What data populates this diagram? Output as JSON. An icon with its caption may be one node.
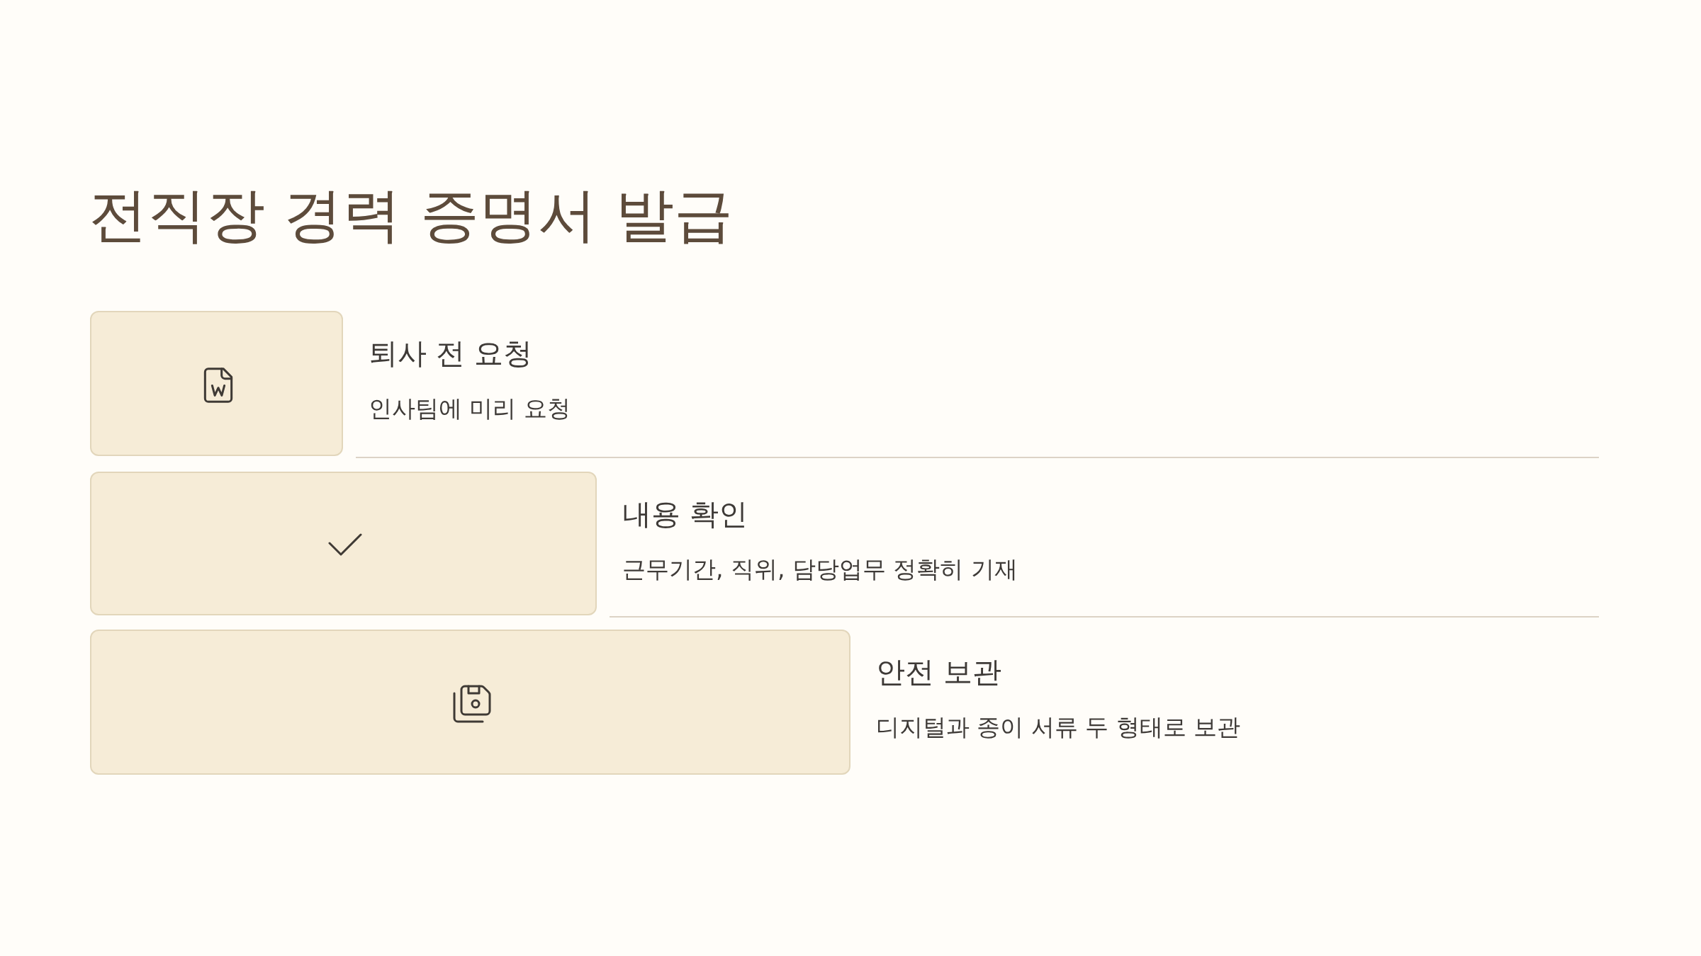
{
  "diagram": {
    "title": "전직장 경력 증명서 발급",
    "nodes": [
      {
        "text": [
          "퇴사 전 요청",
          "인사팀에 미리 요청"
        ]
      },
      {
        "text": [
          "내용 확인",
          "근무기간, 직위, 담당업무 정확히 기재"
        ]
      },
      {
        "text": [
          "안전 보관",
          "디지털과 종이 서류 두 형태로 보관"
        ]
      }
    ]
  }
}
